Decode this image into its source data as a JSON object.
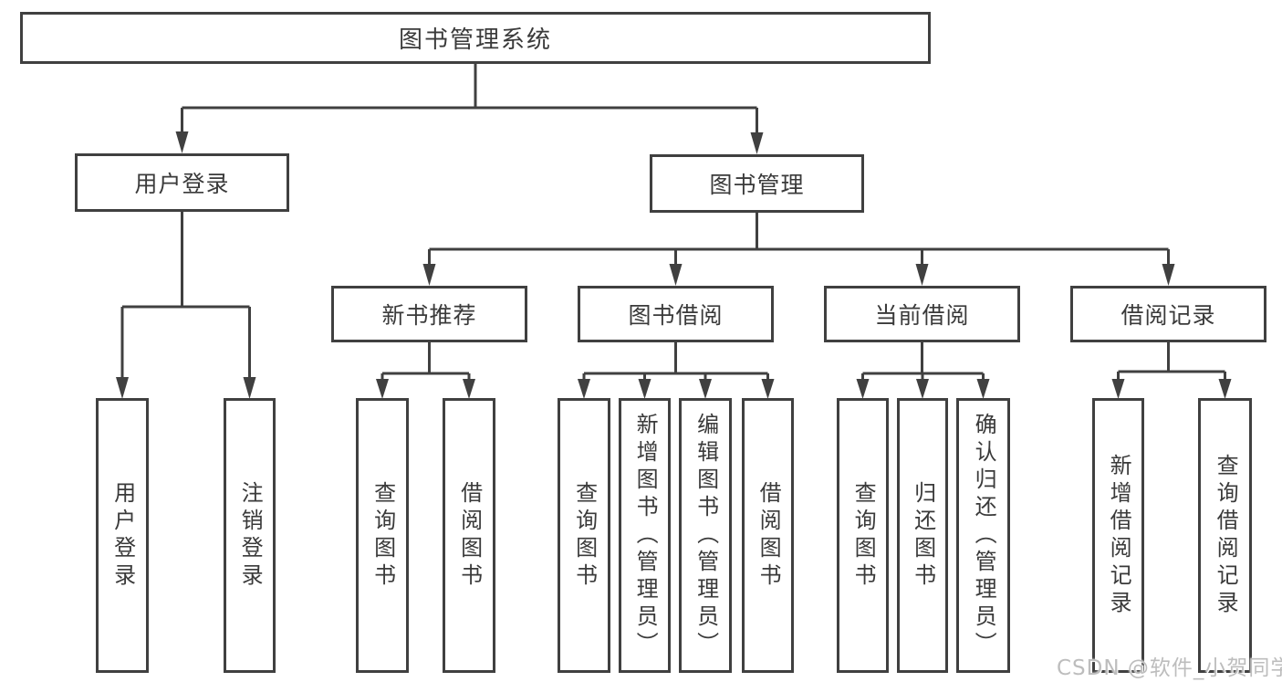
{
  "diagram": {
    "type": "hierarchy-tree",
    "colors": {
      "line": "#404040",
      "box_border": "#404040",
      "text": "#3a3a3a",
      "background": "#ffffff",
      "watermark_text": "#bdbdbd"
    },
    "root": {
      "label": "图书管理系统"
    },
    "level2": [
      {
        "label": "用户登录"
      },
      {
        "label": "图书管理"
      }
    ],
    "level3": [
      {
        "label": "新书推荐"
      },
      {
        "label": "图书借阅"
      },
      {
        "label": "当前借阅"
      },
      {
        "label": "借阅记录"
      }
    ],
    "leaves": [
      {
        "label": "用户登录",
        "parent": "用户登录"
      },
      {
        "label": "注销登录",
        "parent": "用户登录"
      },
      {
        "label": "查询图书",
        "parent": "新书推荐"
      },
      {
        "label": "借阅图书",
        "parent": "新书推荐"
      },
      {
        "label": "查询图书",
        "parent": "图书借阅"
      },
      {
        "label": "新增图书（管理员）",
        "parent": "图书借阅"
      },
      {
        "label": "编辑图书（管理员）",
        "parent": "图书借阅"
      },
      {
        "label": "借阅图书",
        "parent": "图书借阅"
      },
      {
        "label": "查询图书",
        "parent": "当前借阅"
      },
      {
        "label": "归还图书",
        "parent": "当前借阅"
      },
      {
        "label": "确认归还（管理员）",
        "parent": "当前借阅"
      },
      {
        "label": "新增借阅记录",
        "parent": "借阅记录"
      },
      {
        "label": "查询借阅记录",
        "parent": "借阅记录"
      }
    ],
    "watermark": "CSDN @软件_小贺同学"
  }
}
